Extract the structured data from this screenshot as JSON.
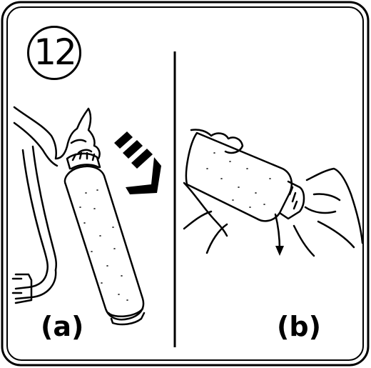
{
  "step": {
    "number": "12"
  },
  "panels": [
    {
      "label": "(a)"
    },
    {
      "label": "(b)"
    }
  ],
  "colors": {
    "ink": "#000000",
    "paper": "#ffffff"
  }
}
